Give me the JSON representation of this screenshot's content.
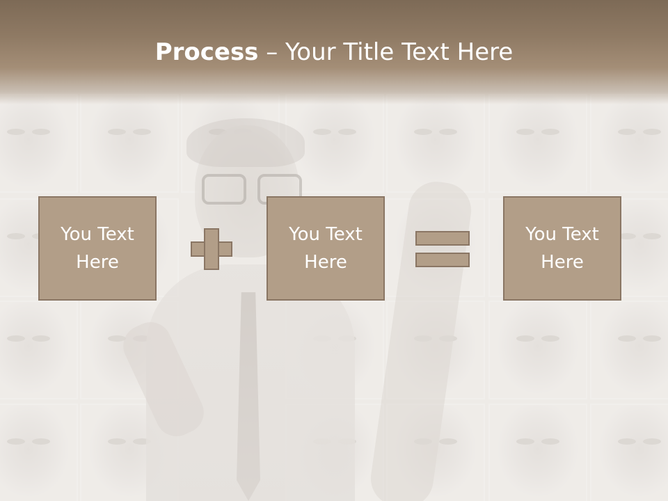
{
  "slide": {
    "title_bold": "Process",
    "title_rest": " – Your Title Text Here",
    "boxes": [
      {
        "line1": "You Text",
        "line2": "Here"
      },
      {
        "line1": "You Text",
        "line2": "Here"
      },
      {
        "line1": "You Text",
        "line2": "Here"
      }
    ],
    "operators": [
      "plus-icon",
      "equals-icon"
    ]
  },
  "colors": {
    "header": "#8f7a64",
    "box_fill": "#b29e88",
    "box_border": "#8a7664",
    "text": "#ffffff",
    "background": "#ece8e4"
  }
}
